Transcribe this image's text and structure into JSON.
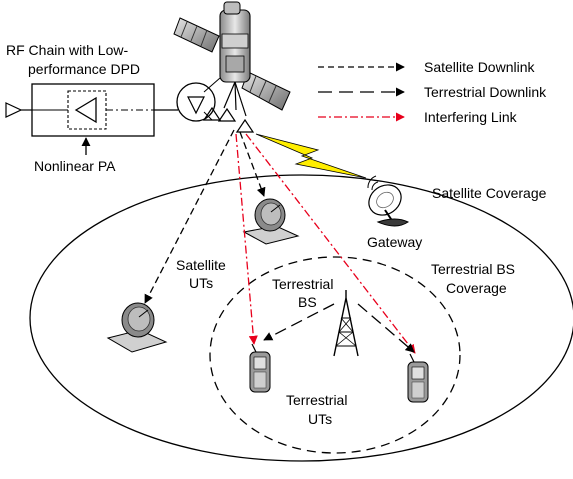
{
  "labels": {
    "rf_chain_line1": "RF Chain with Low-",
    "rf_chain_line2": "performance DPD",
    "nonlinear_pa": "Nonlinear PA",
    "satellite_coverage": "Satellite Coverage",
    "gateway": "Gateway",
    "satellite_uts_line1": "Satellite",
    "satellite_uts_line2": "UTs",
    "terrestrial_bs_line1": "Terrestrial",
    "terrestrial_bs_line2": "BS",
    "terrestrial_bs_coverage_line1": "Terrestrial BS",
    "terrestrial_bs_coverage_line2": "Coverage",
    "terrestrial_uts_line1": "Terrestrial",
    "terrestrial_uts_line2": "UTs"
  },
  "legend": [
    {
      "label": "Satellite Downlink",
      "style": "short-dash",
      "color": "#000000"
    },
    {
      "label": "Terrestrial Downlink",
      "style": "long-dash",
      "color": "#000000"
    },
    {
      "label": "Interfering Link",
      "style": "dash-dot",
      "color": "#e8001c"
    }
  ],
  "colors": {
    "interfering": "#e8001c",
    "lightning": "#ffee00",
    "device_gray": "#9a9a9a"
  },
  "icons": [
    "satellite-icon",
    "dish-icon",
    "tower-icon",
    "phone-icon",
    "lightning-icon",
    "amplifier-icon"
  ]
}
